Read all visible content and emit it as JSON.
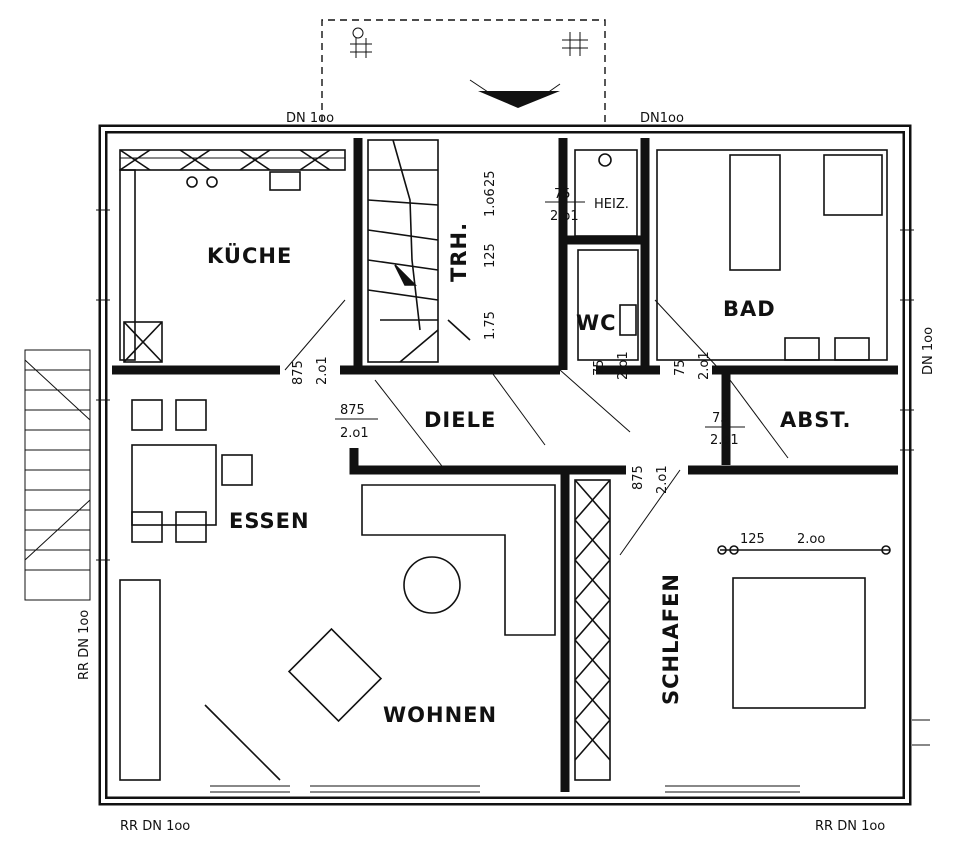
{
  "rooms": {
    "kueche": "KÜCHE",
    "trh": "TRH.",
    "heiz": "HEIZ.",
    "wc": "WC",
    "bad": "BAD",
    "diele": "DIELE",
    "abst": "ABST.",
    "essen": "ESSEN",
    "wohnen": "WOHNEN",
    "schlafen": "SCHLAFEN"
  },
  "annotations": {
    "dn_top_left": "DN 1oo",
    "dn_top_right": "DN1oo",
    "dn_right": "DN 1oo",
    "rr_dn_left": "RR DN 1oo",
    "rr_dn_bottom_left": "RR DN 1oo",
    "rr_dn_bottom_right": "RR DN 1oo"
  },
  "dimensions": {
    "d1_06": "1.o6",
    "d25": "25",
    "d125": "125",
    "d1_75": "1.75",
    "heiz_top": "75",
    "heiz_bottom": "2.o1",
    "kue_top": "875",
    "kue_bottom": "2.o1",
    "diele_door_top": "875",
    "diele_door_bottom": "2.o1",
    "wc_top": "75",
    "wc_bottom": "2.o1",
    "bad_top": "75",
    "bad_bottom": "2.o1",
    "abst_top": "75",
    "abst_bottom": "2.o1",
    "schlaf_top": "875",
    "schlaf_bottom": "2.o1",
    "bed_left": "125",
    "bed_width": "2.oo"
  }
}
